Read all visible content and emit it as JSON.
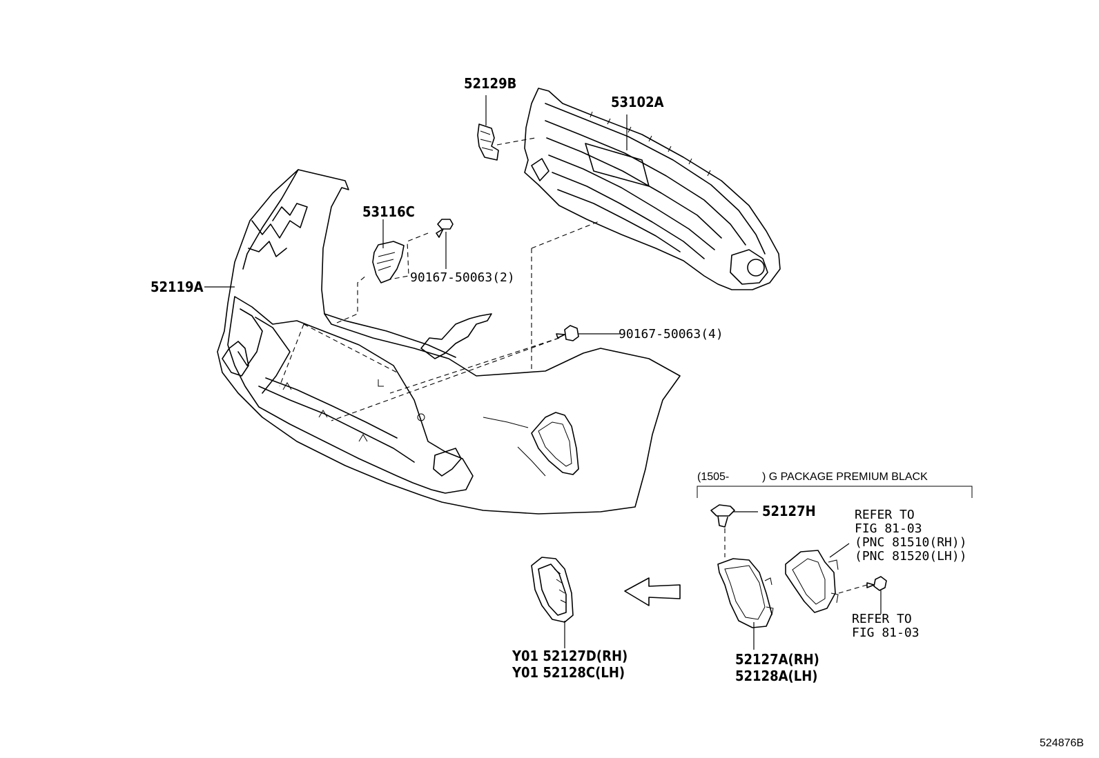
{
  "labels": {
    "bumper_cover": "52119A",
    "retainer": "52129B",
    "grille": "53102A",
    "bracket": "53116C",
    "screw_small": "90167-50063(2)",
    "screw_large": "90167-50063(4)",
    "clip": "52127H",
    "cover_rh": "52127A(RH)",
    "cover_lh": "52128A(LH)",
    "bezel_rh": "Y01 52127D(RH)",
    "bezel_lh": "Y01 52128C(LH)",
    "refer_lamp_l1": "REFER TO",
    "refer_lamp_l2": "FIG 81-03",
    "refer_lamp_l3": "(PNC 81510(RH))",
    "refer_lamp_l4": "(PNC 81520(LH))",
    "refer_screw_l1": "REFER TO",
    "refer_screw_l2": "FIG 81-03",
    "variant_date": "(1505-",
    "variant_note": ") G PACKAGE PREMIUM BLACK",
    "figure_id": "524876B"
  },
  "icons": [
    "bumper-cover-icon",
    "grille-icon",
    "retainer-icon",
    "bracket-icon",
    "screw-icon",
    "clip-icon",
    "fog-lamp-cover-icon",
    "fog-lamp-icon",
    "bezel-icon",
    "arrow-left-icon"
  ]
}
